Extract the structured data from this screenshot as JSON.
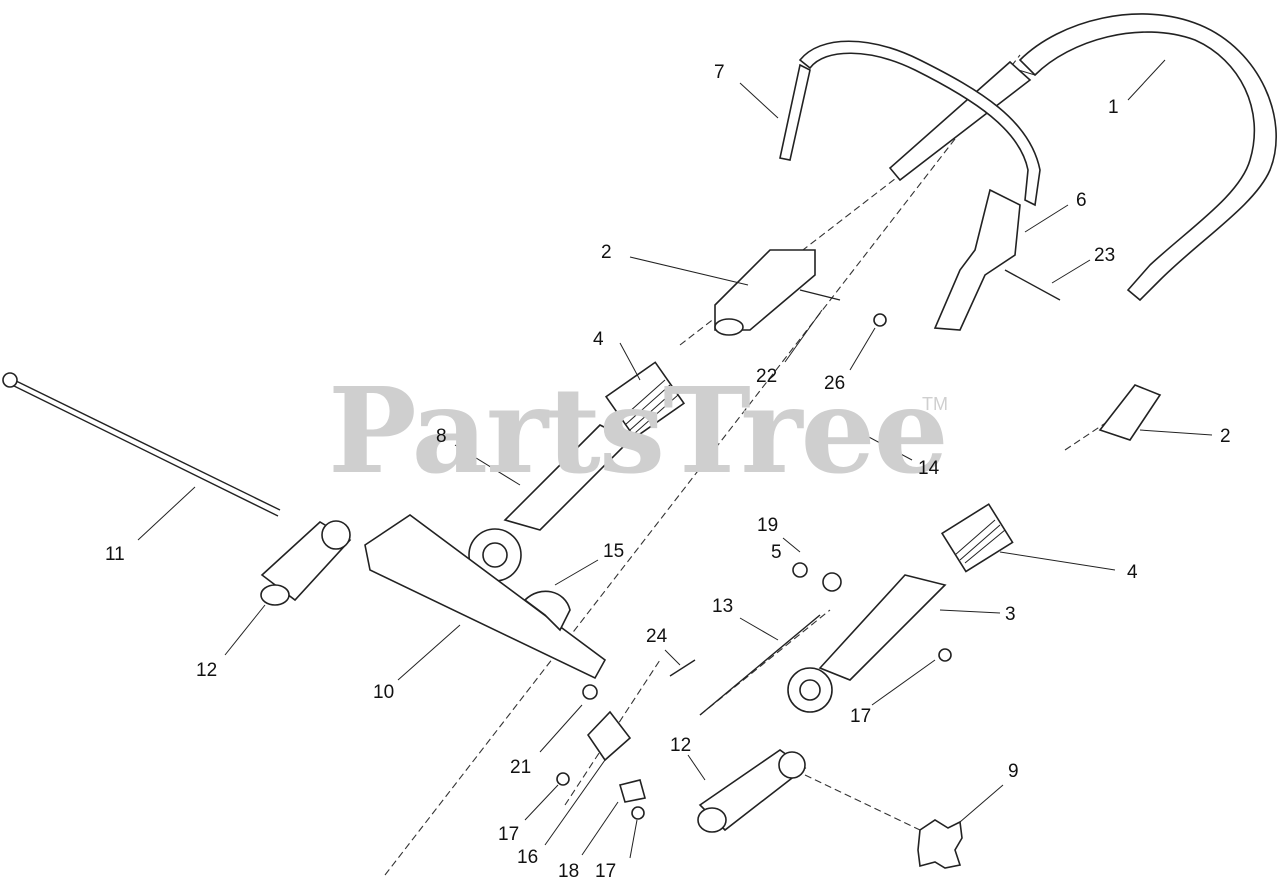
{
  "watermark": {
    "brand": "PartsTree",
    "tm": "TM"
  },
  "callouts": [
    {
      "id": "c1",
      "text": "1"
    },
    {
      "id": "c2a",
      "text": "2"
    },
    {
      "id": "c2b",
      "text": "2"
    },
    {
      "id": "c3",
      "text": "3"
    },
    {
      "id": "c4a",
      "text": "4"
    },
    {
      "id": "c4b",
      "text": "4"
    },
    {
      "id": "c5",
      "text": "5"
    },
    {
      "id": "c6",
      "text": "6"
    },
    {
      "id": "c7",
      "text": "7"
    },
    {
      "id": "c8",
      "text": "8"
    },
    {
      "id": "c9",
      "text": "9"
    },
    {
      "id": "c10",
      "text": "10"
    },
    {
      "id": "c11",
      "text": "11"
    },
    {
      "id": "c12a",
      "text": "12"
    },
    {
      "id": "c12b",
      "text": "12"
    },
    {
      "id": "c13",
      "text": "13"
    },
    {
      "id": "c14",
      "text": "14"
    },
    {
      "id": "c15",
      "text": "15"
    },
    {
      "id": "c16",
      "text": "16"
    },
    {
      "id": "c17a",
      "text": "17"
    },
    {
      "id": "c17b",
      "text": "17"
    },
    {
      "id": "c17c",
      "text": "17"
    },
    {
      "id": "c18",
      "text": "18"
    },
    {
      "id": "c19",
      "text": "19"
    },
    {
      "id": "c21",
      "text": "21"
    },
    {
      "id": "c22",
      "text": "22"
    },
    {
      "id": "c23",
      "text": "23"
    },
    {
      "id": "c24",
      "text": "24"
    },
    {
      "id": "c26",
      "text": "26"
    }
  ]
}
